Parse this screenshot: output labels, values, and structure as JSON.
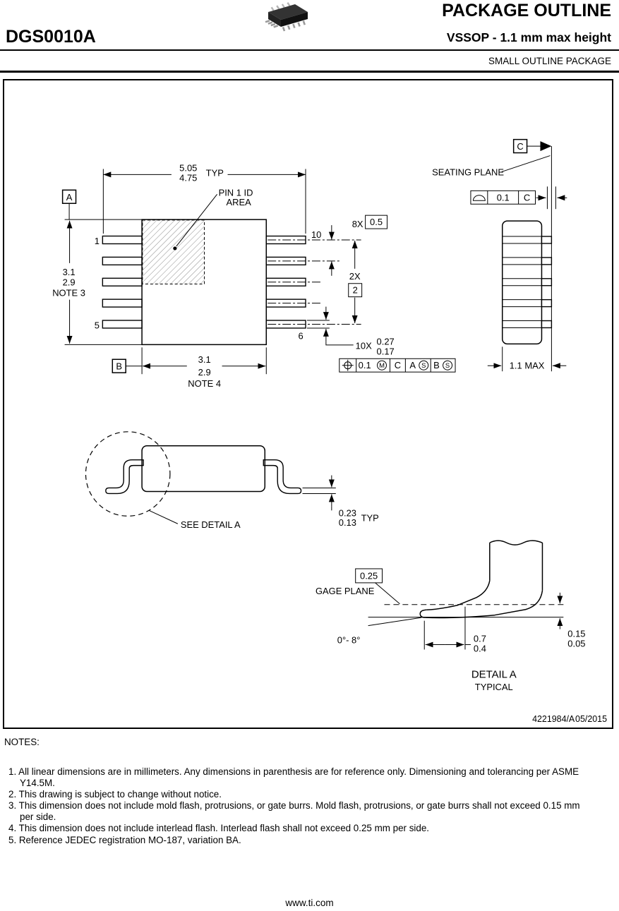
{
  "header": {
    "part_number": "DGS0010A",
    "title": "PACKAGE OUTLINE",
    "subtitle": "VSSOP - 1.1 mm max height",
    "package_family": "SMALL OUTLINE PACKAGE"
  },
  "drawing": {
    "drawing_number": "4221984/A",
    "revision_date": "05/2015",
    "top_view": {
      "width_max": "5.05",
      "width_min": "4.75",
      "width_typ": "TYP",
      "pin1_id_line1": "PIN 1 ID",
      "pin1_id_line2": "AREA",
      "datum_a": "A",
      "datum_b": "B",
      "pin_first": "1",
      "pin_fifth": "5",
      "pin_sixth": "6",
      "pin_tenth": "10",
      "body_width_max": "3.1",
      "body_width_min": "2.9",
      "body_width_note": "NOTE 3",
      "body_length_max": "3.1",
      "body_length_min": "2.9",
      "body_length_note": "NOTE 4",
      "pitch_count": "8X",
      "pitch_value": "0.5",
      "span_count": "2X",
      "span_value": "2",
      "lead_count": "10X",
      "lead_width_max": "0.27",
      "lead_width_min": "0.17",
      "position_fcf": {
        "tolerance": "0.1",
        "tolerance_modifier": "M",
        "datum_primary": "C",
        "datum_secondary": "A",
        "datum_secondary_modifier": "S",
        "datum_tertiary": "B",
        "datum_tertiary_modifier": "S"
      }
    },
    "side_view": {
      "datum_c": "C",
      "seating_plane_label": "SEATING PLANE",
      "flatness_tolerance": "0.1",
      "flatness_datum": "C",
      "max_height": "1.1 MAX"
    },
    "front_view": {
      "see_detail_label": "SEE DETAIL A",
      "lead_thickness_max": "0.23",
      "lead_thickness_min": "0.13",
      "lead_thickness_typ": "TYP"
    },
    "detail_a": {
      "gage_offset": "0.25",
      "gage_plane_label": "GAGE PLANE",
      "lead_angle": "0°- 8°",
      "foot_length_max": "0.7",
      "foot_length_min": "0.4",
      "lead_tip_max": "0.15",
      "lead_tip_min": "0.05",
      "title": "DETAIL A",
      "subtitle": "TYPICAL"
    }
  },
  "notes": {
    "heading": "NOTES:",
    "items": [
      "1. All linear dimensions are in millimeters. Any dimensions in parenthesis are for reference only. Dimensioning and tolerancing per ASME Y14.5M.",
      "2. This drawing is subject to change without notice.",
      "3. This dimension does not include mold flash, protrusions, or gate burrs. Mold flash, protrusions, or gate burrs shall not exceed 0.15 mm per side.",
      "4. This dimension does not include interlead flash. Interlead flash shall not exceed 0.25 mm per side.",
      "5. Reference JEDEC registration MO-187, variation BA."
    ]
  },
  "footer": {
    "url": "www.ti.com"
  }
}
